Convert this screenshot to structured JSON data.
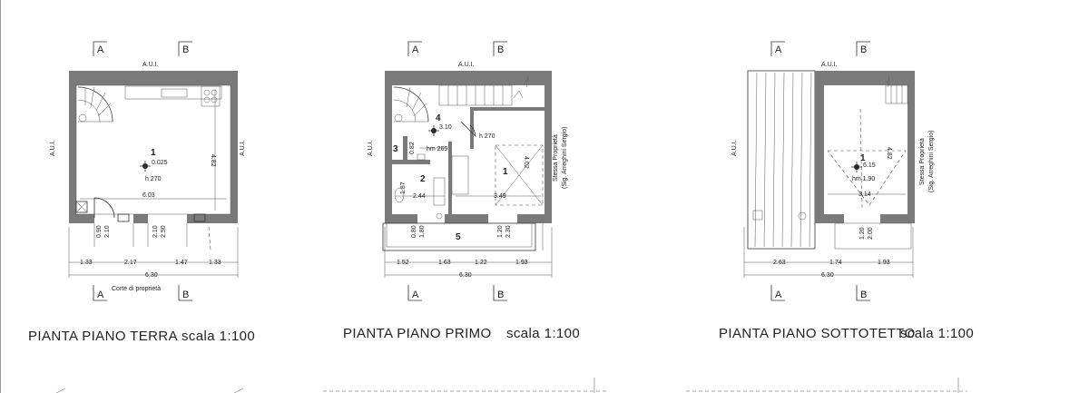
{
  "terra": {
    "title": "PIANTA PIANO TERRA",
    "scale": "scala 1:100",
    "aui_top": "A.U.I.",
    "aui_left": "A.U.I.",
    "aui_right": "A.U.I.",
    "room_num": "1",
    "elev": "0.025",
    "height": "h 270",
    "width_dim": "6.03",
    "depth_dim": "4.82",
    "win1_a": "0.90",
    "win1_b": "2.10",
    "win2_a": "2.10",
    "win2_b": "2.50",
    "d1": "1.33",
    "d2": "2.17",
    "d3": "1.47",
    "d4": "1.33",
    "total": "6.30",
    "corte": "Corte di proprietà",
    "sec_a": "A",
    "sec_b": "B"
  },
  "primo": {
    "title": "PIANTA PIANO PRIMO",
    "scale": "scala 1:100",
    "aui_top": "A.U.I.",
    "aui_left": "A.U.I.",
    "stessa": "Stessa Proprietà",
    "owner": "(Sig. Arreghini Sergio)",
    "r4": "4",
    "elev": "3.10",
    "r3": "3",
    "d_082": "0.82",
    "hm": "hm 269",
    "r2": "2",
    "d_187": "1.87",
    "d_244": "2.44",
    "r1": "1",
    "h270": "h 270",
    "d_402": "4.02",
    "d_349": "3.49",
    "r5": "5",
    "win1_a": "0.80",
    "win1_b": "1.80",
    "win2_a": "1.20",
    "win2_b": "2.30",
    "d1": "1.52",
    "d2": "1.63",
    "d3": "1.22",
    "d4": "1.93",
    "total": "6.30",
    "sec_a": "A",
    "sec_b": "B"
  },
  "sottotetto": {
    "title": "PIANTA PIANO SOTTOTETTO",
    "scale": "scala 1:100",
    "aui_top": "A.U.I.",
    "aui_left": "A.U.I.",
    "stessa": "Stessa Proprietà",
    "owner": "(Sig. Arreghini Sergio)",
    "r1": "1",
    "elev": "6.15",
    "hm": "hm 1.90",
    "d_314": "3.14",
    "d_482": "4.82",
    "win_a": "1.20",
    "win_b": "2.00",
    "d1": "2.63",
    "d2": "1.74",
    "d3": "1.93",
    "total": "6.30",
    "sec_a": "A",
    "sec_b": "B"
  }
}
